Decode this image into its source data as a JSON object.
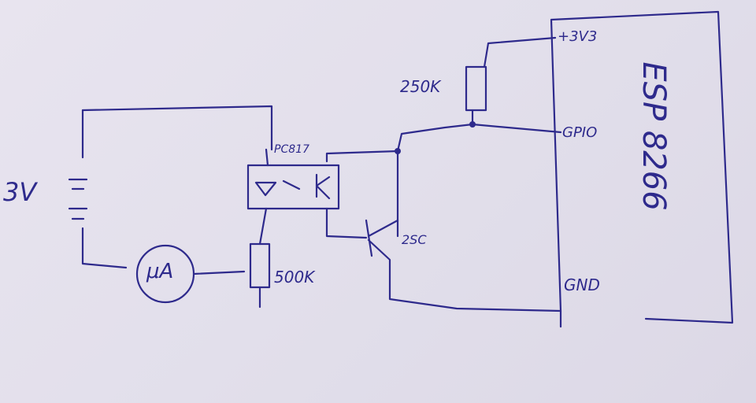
{
  "labels": {
    "battery": "3V",
    "meter": "μA",
    "pot": "500K",
    "optocoupler": "PC817",
    "transistor": "2SC",
    "pullup": "250K",
    "pin_3v3": "+3V3",
    "pin_gpio": "GPIO",
    "pin_gnd": "GND",
    "module": "ESP 8266"
  },
  "colors": {
    "ink": "#2e2a8c",
    "paper": "#e4e0ec"
  }
}
